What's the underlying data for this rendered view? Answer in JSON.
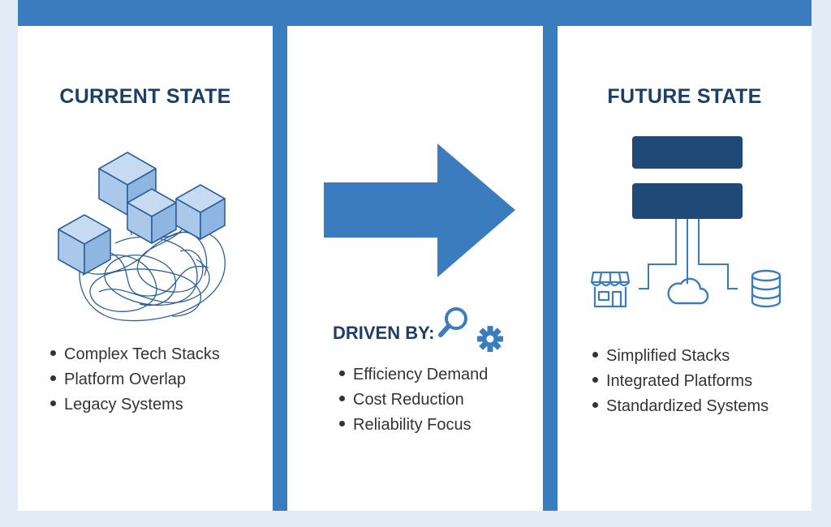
{
  "current": {
    "title": "CURRENT STATE",
    "items": [
      "Complex Tech Stacks",
      "Platform Overlap",
      "Legacy Systems"
    ]
  },
  "drivers": {
    "title": "DRIVEN BY:",
    "items": [
      "Efficiency Demand",
      "Cost Reduction",
      "Reliability Focus"
    ]
  },
  "future": {
    "title": "FUTURE STATE",
    "items": [
      "Simplified Stacks",
      "Integrated Platforms",
      "Standardized Systems"
    ]
  },
  "colors": {
    "accent": "#3b7cbf",
    "heading": "#1b3f66",
    "dark_block": "#1f4a78",
    "cube_fill": "#a9c8ea",
    "background": "#e3ecf6"
  },
  "icons": [
    "tangled-cubes-icon",
    "arrow-right-icon",
    "magnifier-icon",
    "gear-icon",
    "stacked-platform-icon",
    "storefront-icon",
    "cloud-icon",
    "database-icon"
  ]
}
